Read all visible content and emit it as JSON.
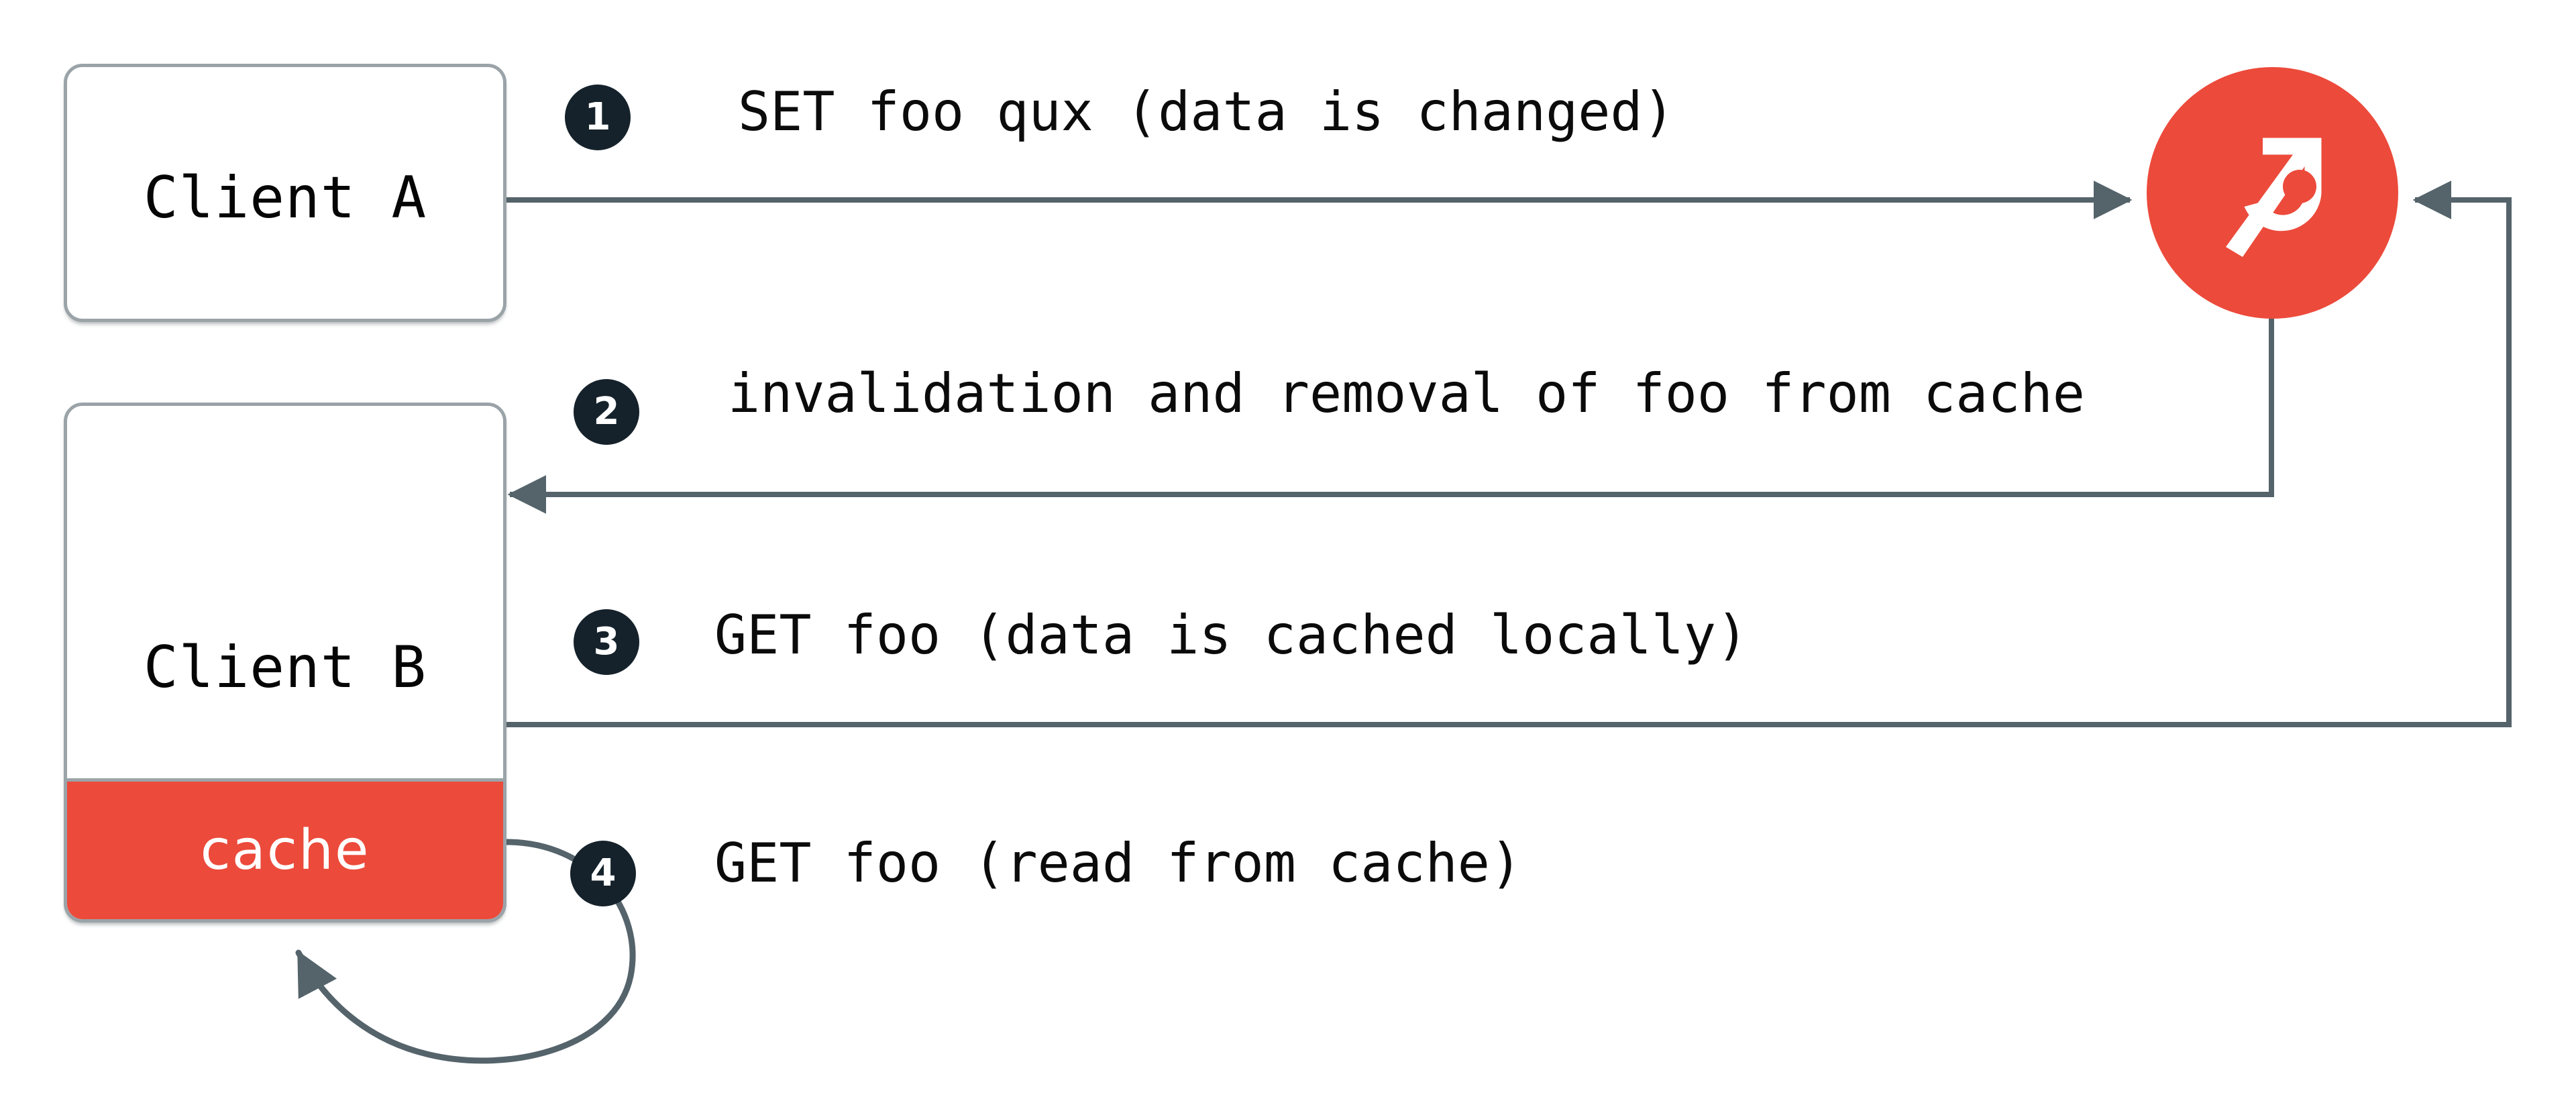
{
  "diagram": {
    "title": "Redis client-side caching invalidation flow",
    "background": "#ffffff",
    "colors": {
      "accent_red": "#EC4A3B",
      "badge_dark": "#15222B",
      "edge_gray": "#55636B",
      "box_border_gray": "#9AA3A8",
      "text_black": "#0B0B0B",
      "text_white": "#FFFFFF"
    }
  },
  "nodes": {
    "client_a": {
      "label": "Client A"
    },
    "client_b": {
      "label": "Client B",
      "cache_label": "cache"
    },
    "server": {
      "label": "redis-logo-icon"
    }
  },
  "steps": [
    {
      "number": "1",
      "text": "SET foo qux (data is changed)"
    },
    {
      "number": "2",
      "text": "invalidation and removal of foo from cache"
    },
    {
      "number": "3",
      "text": "GET foo (data is cached locally)"
    },
    {
      "number": "4",
      "text": "GET foo (read from cache)"
    }
  ]
}
